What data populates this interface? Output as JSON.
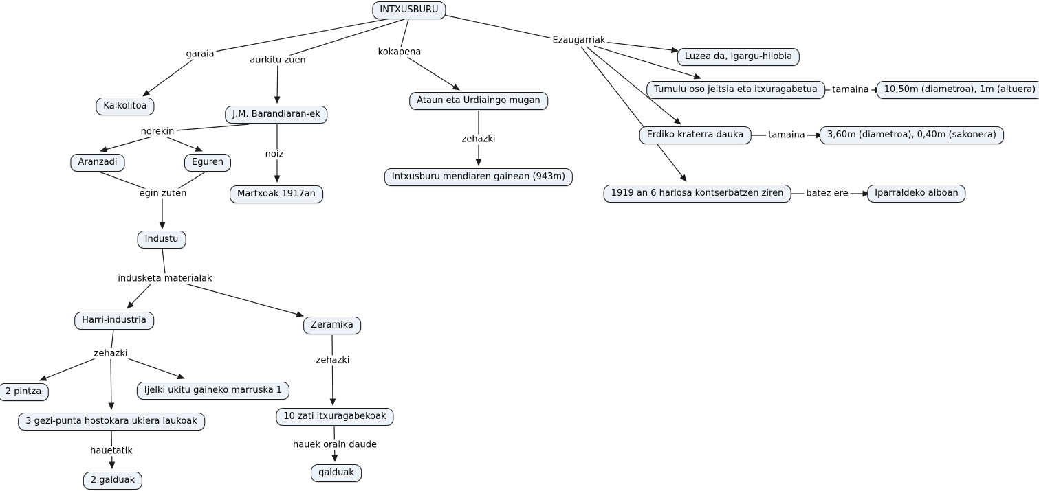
{
  "diagram": {
    "title": "INTXUSBURU",
    "background_color": "#ffffff",
    "node_fill_color": "#ecf2f7",
    "node_border_color": "#1c1c1c",
    "line_color": "#1c1c1c"
  },
  "nodes": {
    "intxusburu": {
      "label": "INTXUSBURU"
    },
    "kalkolitoa": {
      "label": "Kalkolitoa"
    },
    "barandiaran": {
      "label": "J.M. Barandiaran-ek"
    },
    "aranzadi": {
      "label": "Aranzadi"
    },
    "eguren": {
      "label": "Eguren"
    },
    "martxoak": {
      "label": "Martxoak 1917an"
    },
    "industu": {
      "label": "Industu"
    },
    "harri_industria": {
      "label": "Harri-industria"
    },
    "zeramika": {
      "label": "Zeramika"
    },
    "pintza": {
      "label": "2 pintza"
    },
    "ijelki": {
      "label": "Ijelki ukitu gaineko marruska 1"
    },
    "gezi_punta": {
      "label": "3 gezi-punta hostokara ukiera laukoak"
    },
    "bi_galduak": {
      "label": "2 galduak"
    },
    "hamar_zati": {
      "label": "10 zati itxuragabekoak"
    },
    "galduak": {
      "label": "galduak"
    },
    "ataun": {
      "label": "Ataun eta Urdiaingo mugan"
    },
    "mendi": {
      "label": "Intxusburu mendiaren gainean (943m)"
    },
    "luzea": {
      "label": "Luzea da, Igargu-hilobia"
    },
    "tumulu": {
      "label": "Tumulu oso jeitsia eta itxuragabetua"
    },
    "neurria_tumulu": {
      "label": "10,50m (diametroa), 1m (altuera)"
    },
    "erdiko": {
      "label": "Erdiko kraterra dauka"
    },
    "neurria_kraterra": {
      "label": "3,60m (diametroa), 0,40m (sakonera)"
    },
    "harlosa": {
      "label": "1919 an 6 harlosa kontserbatzen ziren"
    },
    "iparraldeko": {
      "label": "Iparraldeko alboan"
    }
  },
  "edge_labels": {
    "garaia": "garaia",
    "aurkitu_zuen": "aurkitu zuen",
    "kokapena": "kokapena",
    "ezaugarriak": "Ezaugarriak",
    "norekin": "norekin",
    "noiz": "noiz",
    "egin_zuten": "egin zuten",
    "indusketa_materialak": "indusketa materialak",
    "zehazki": "zehazki",
    "hauetatik": "hauetatik",
    "hauek_orain_daude": "hauek orain daude",
    "tamaina": "tamaina",
    "batez_ere": "batez ere"
  }
}
